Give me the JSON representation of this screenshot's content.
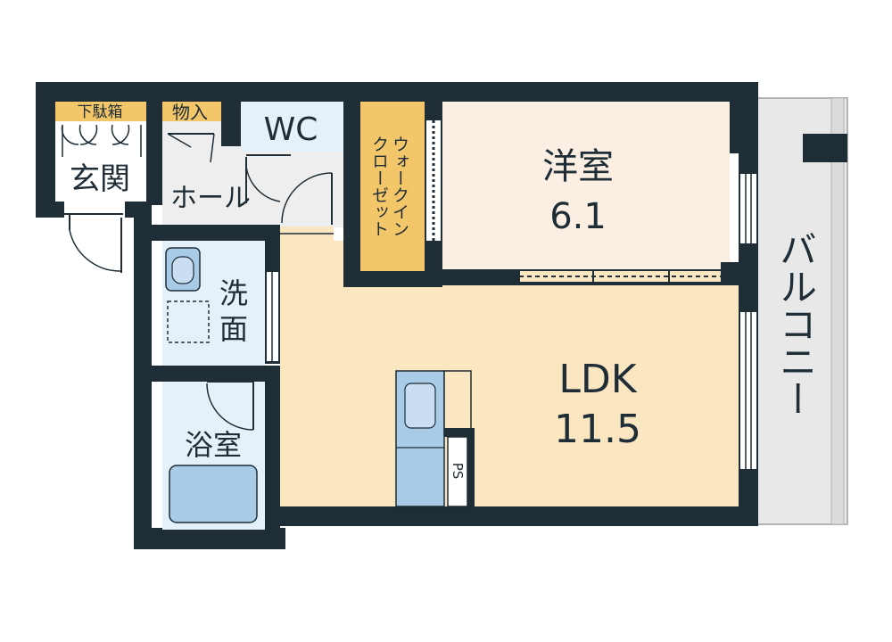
{
  "rooms": {
    "genkan": "玄関",
    "getabako": "下駄箱",
    "monoire": "物入",
    "hall": "ホール",
    "wc": "WC",
    "walkin_line1": "ウォークイン",
    "walkin_line2": "クローゼット",
    "youshitsu": "洋室",
    "youshitsu_size": "6.1",
    "senmen_1": "洗",
    "senmen_2": "面",
    "yokushitsu": "浴室",
    "ldk": "LDK",
    "ldk_size": "11.5",
    "ps": "PS",
    "balcony": "バルコニー"
  },
  "colors": {
    "wall": "#1e2d36",
    "ldk_floor": "#fbe6c2",
    "youshitsu_floor": "#fbeee2",
    "wet_area_floor": "#e4f1fb",
    "hall_floor": "#eeeeee",
    "closet_floor": "#f3c66a",
    "balcony_floor": "#e8e8e8",
    "fixture_blue": "#a8cbe8"
  }
}
